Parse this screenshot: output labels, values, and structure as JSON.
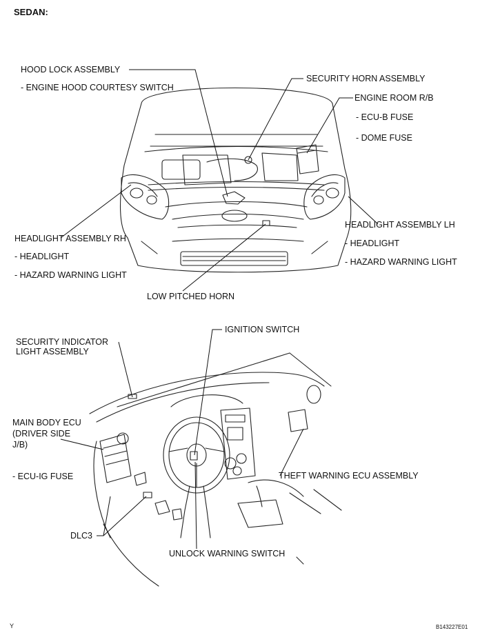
{
  "header": "SEDAN:",
  "labels": {
    "hood_lock": "HOOD LOCK ASSEMBLY",
    "hood_courtesy": "- ENGINE HOOD COURTESY SWITCH",
    "security_horn": "SECURITY HORN ASSEMBLY",
    "engine_room_rb": "ENGINE ROOM R/B",
    "ecu_b_fuse": "- ECU-B FUSE",
    "dome_fuse": "- DOME FUSE",
    "headlight_rh": "HEADLIGHT ASSEMBLY RH",
    "headlight_rh_sub1": "- HEADLIGHT",
    "headlight_rh_sub2": "- HAZARD WARNING LIGHT",
    "headlight_lh": "HEADLIGHT ASSEMBLY LH",
    "headlight_lh_sub1": "- HEADLIGHT",
    "headlight_lh_sub2": "- HAZARD WARNING LIGHT",
    "low_pitched_horn": "LOW PITCHED HORN",
    "ignition_switch": "IGNITION SWITCH",
    "security_indicator_1": "SECURITY INDICATOR",
    "security_indicator_2": "LIGHT ASSEMBLY",
    "main_body_ecu_1": "MAIN BODY ECU",
    "main_body_ecu_2": "(DRIVER SIDE",
    "main_body_ecu_3": "J/B)",
    "ecu_ig_fuse": "- ECU-IG FUSE",
    "theft_warning_ecu": "THEFT WARNING ECU ASSEMBLY",
    "dlc3": "DLC3",
    "unlock_warning_switch": "UNLOCK WARNING SWITCH"
  },
  "footer": {
    "left": "Y",
    "right": "B143227E01"
  }
}
